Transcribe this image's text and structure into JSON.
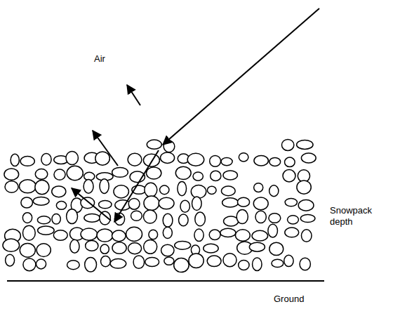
{
  "diagram": {
    "labels": [
      "Air",
      "Snowpack depth",
      "Ground"
    ]
  }
}
